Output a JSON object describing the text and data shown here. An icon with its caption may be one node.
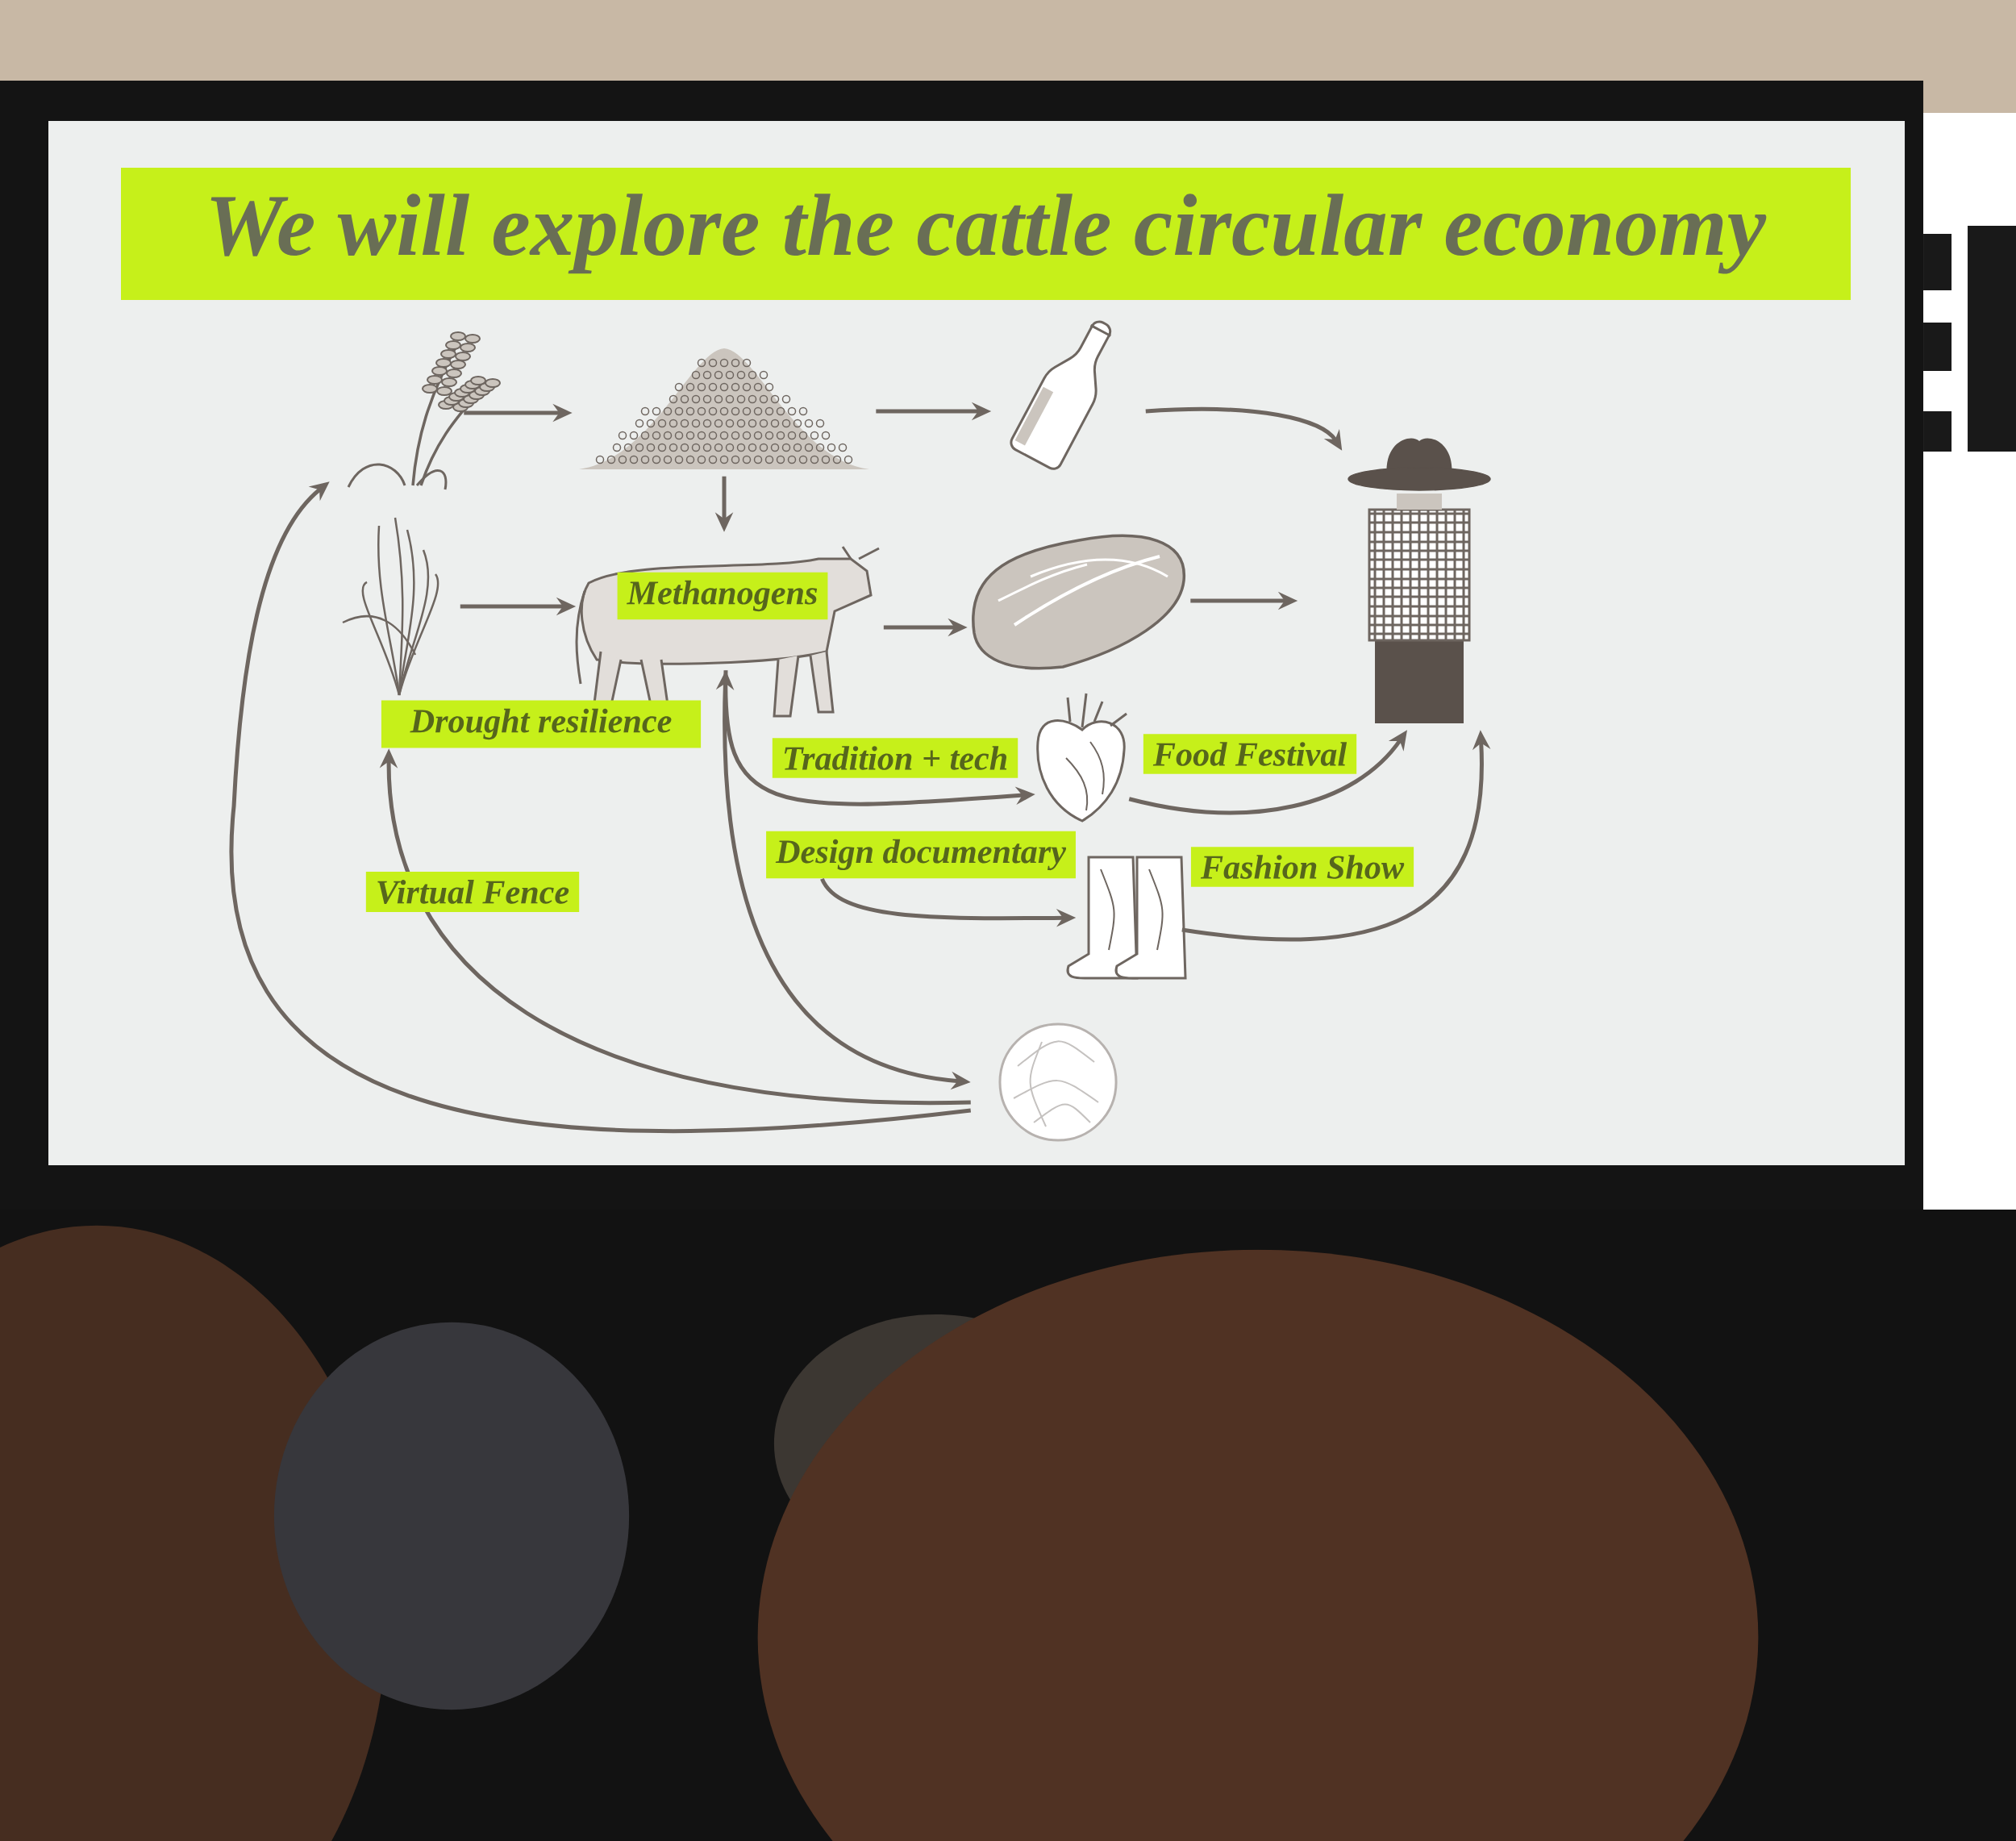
{
  "diagram": {
    "title": "We will explore the cattle circular economy",
    "nodes": [
      {
        "text": [],
        "shape": "picture"
      },
      {
        "text": [],
        "shape": "picture"
      },
      {
        "text": [],
        "shape": "picture"
      },
      {
        "text": [],
        "shape": "picture"
      },
      {
        "text": [],
        "shape": "picture"
      },
      {
        "text": [
          "Methanogens"
        ]
      },
      {
        "text": [],
        "shape": "picture"
      },
      {
        "text": [
          "Drought resilience"
        ]
      },
      {
        "text": [],
        "shape": "picture"
      },
      {
        "text": [],
        "shape": "picture"
      },
      {
        "text": [],
        "shape": "picture"
      },
      {
        "text": [
          "Design documentary"
        ]
      }
    ],
    "edges": [
      {
        "from": 0,
        "to": 1,
        "arrow": "to"
      },
      {
        "from": 1,
        "to": 2,
        "arrow": "to"
      },
      {
        "from": 2,
        "to": 3,
        "arrow": "to"
      },
      {
        "from": 1,
        "to": 5,
        "arrow": "to"
      },
      {
        "from": 4,
        "to": 5,
        "arrow": "to"
      },
      {
        "from": 5,
        "to": 6,
        "arrow": "to"
      },
      {
        "from": 6,
        "to": 3,
        "arrow": "to"
      },
      {
        "from": 5,
        "to": 8,
        "arrow": "to",
        "label": "Tradition + tech"
      },
      {
        "from": 11,
        "to": 9,
        "arrow": "to"
      },
      {
        "from": 5,
        "to": 10,
        "arrow": "both"
      },
      {
        "from": 10,
        "to": 7,
        "arrow": "to",
        "label": "Virtual Fence"
      },
      {
        "from": 10,
        "to": 0,
        "arrow": "to"
      },
      {
        "from": 8,
        "to": 3,
        "arrow": "to",
        "label": "Food Festival"
      },
      {
        "from": 9,
        "to": 3,
        "arrow": "to",
        "label": "Fashion Show"
      }
    ]
  }
}
